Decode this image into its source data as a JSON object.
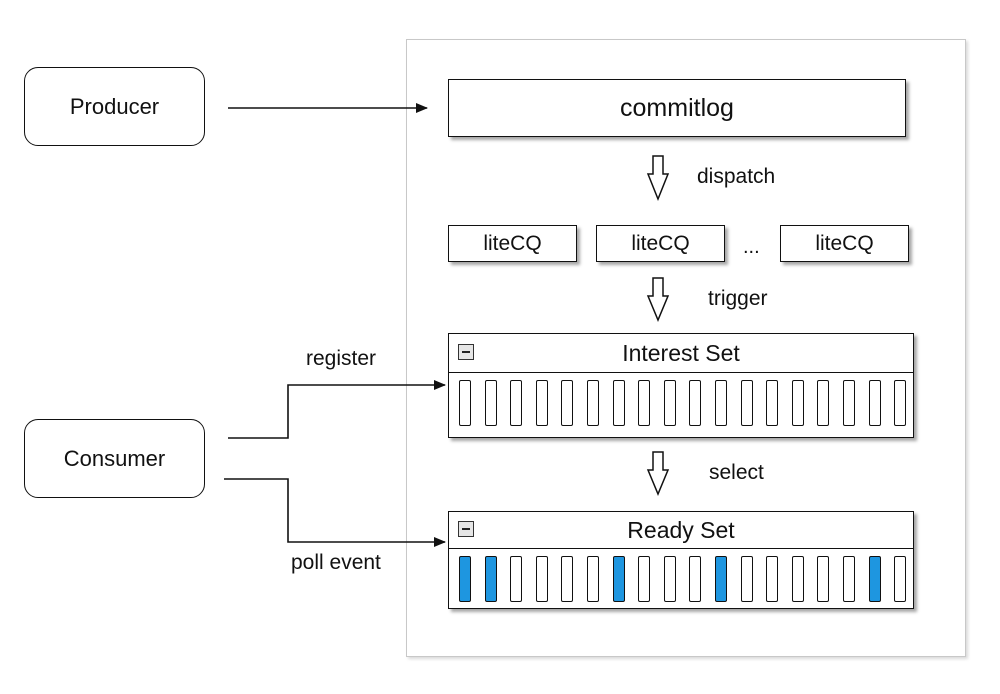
{
  "producer": {
    "label": "Producer"
  },
  "consumer": {
    "label": "Consumer"
  },
  "commitlog": {
    "label": "commitlog"
  },
  "dispatch": {
    "label": "dispatch"
  },
  "litecq": {
    "items": [
      "liteCQ",
      "liteCQ",
      "liteCQ"
    ],
    "ellipsis": "..."
  },
  "trigger": {
    "label": "trigger"
  },
  "interest_set": {
    "title": "Interest Set",
    "slots": [
      0,
      0,
      0,
      0,
      0,
      0,
      0,
      0,
      0,
      0,
      0,
      0,
      0,
      0,
      0,
      0,
      0,
      0
    ]
  },
  "select": {
    "label": "select"
  },
  "ready_set": {
    "title": "Ready Set",
    "slots": [
      1,
      1,
      0,
      0,
      0,
      0,
      1,
      0,
      0,
      0,
      1,
      0,
      0,
      0,
      0,
      0,
      1,
      0
    ]
  },
  "register": {
    "label": "register"
  },
  "poll_event": {
    "label": "poll event"
  },
  "colors": {
    "ready": "#1e96e0",
    "border": "#111111"
  }
}
